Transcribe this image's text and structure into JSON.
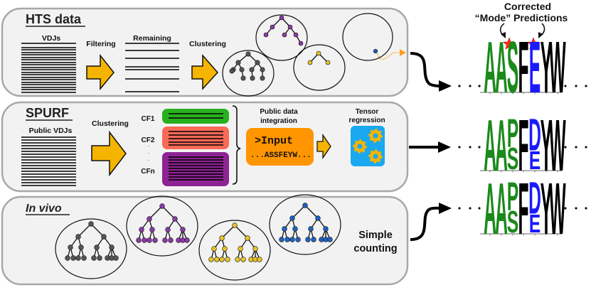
{
  "panels": {
    "hts": {
      "title": "HTS data",
      "step_vdjs": "VDJs",
      "step_filtering": "Filtering",
      "step_remaining": "Remaining",
      "step_clustering": "Clustering"
    },
    "spurf": {
      "title": "SPURF",
      "public_vdjs": "Public VDJs",
      "clustering": "Clustering",
      "cf_labels": [
        "CF1",
        "CF2",
        "CFn"
      ],
      "integration_label_1": "Public data",
      "integration_label_2": "integration",
      "input_line_1": ">Input",
      "input_line_2": "...ASSFEYW...",
      "tensor_label_1": "Tensor",
      "tensor_label_2": "regression"
    },
    "invivo": {
      "title": "In vivo",
      "counting_1": "Simple",
      "counting_2": "counting"
    }
  },
  "annotation": {
    "line_1": "Corrected",
    "line_2": "“Mode” Predictions"
  },
  "logos": [
    {
      "name": "hts-logo",
      "letters": [
        "A",
        "A",
        "S",
        "F",
        "E",
        "Y",
        "W"
      ],
      "colors": [
        "#1a8a1a",
        "#1a8a1a",
        "#1a8a1a",
        "#000000",
        "#1a1aff",
        "#000000",
        "#000000"
      ]
    },
    {
      "name": "spurf-logo",
      "letters": [
        "A",
        "A",
        "P",
        "S",
        "F",
        "D",
        "E",
        "Y",
        "W"
      ]
    },
    {
      "name": "invivo-logo",
      "letters": [
        "A",
        "A",
        "P",
        "S",
        "F",
        "D",
        "E",
        "Y",
        "W"
      ]
    }
  ],
  "colors": {
    "panel_fill": "#f2f2f2",
    "panel_border": "#a8a8a8",
    "arrow_fill": "#f5b400",
    "cf1": "#28b01e",
    "cf2": "#f96a56",
    "cfn": "#8e2494",
    "input_box": "#ff9500",
    "tensor_box": "#1aa8f0",
    "gear": "#f5b400",
    "green": "#1a8a1a",
    "blue": "#1a1aff",
    "star": "#ff2a1a",
    "tree_gray": "#555555",
    "tree_purple": "#8a3aa8",
    "tree_yellow": "#e3c22a",
    "tree_blue": "#1e62c0",
    "dotted_arrow": "#ff9d1a"
  }
}
